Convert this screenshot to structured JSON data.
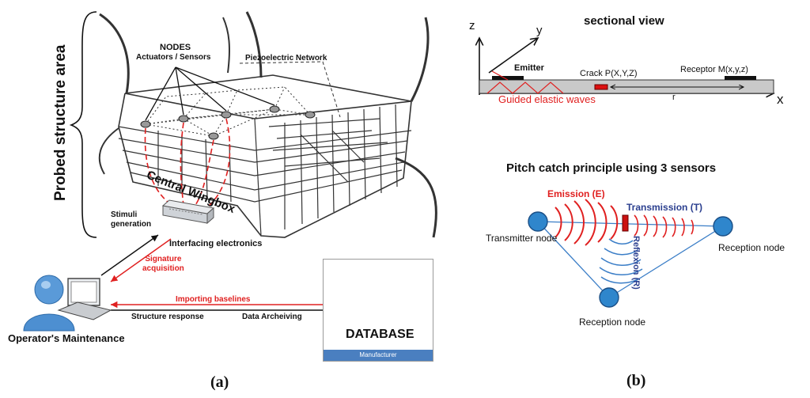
{
  "panel_a": {
    "caption": "(a)",
    "probed_area": "Probed structure area",
    "nodes_title": "NODES",
    "nodes_subtitle": "Actuators / Sensors",
    "piezo_network": "Piezoelectric Network",
    "wingbox": "Central Wingbox",
    "stimuli": "Stimuli\ngeneration",
    "interfacing": "Interfacing electronics",
    "signature": "Signature\nacquisition",
    "importing": "Importing baselines",
    "structure_response": "Structure response",
    "data_archeiving": "Data Archeiving",
    "operator": "Operator's Maintenance",
    "database": "DATABASE",
    "manufacturer": "Manufacturer"
  },
  "panel_b": {
    "caption": "(b)",
    "sectional_title": "sectional view",
    "axis_z": "z",
    "axis_y": "y",
    "axis_x": "x",
    "emitter": "Emitter",
    "crack": "Crack P(X,Y,Z)",
    "receptor": "Receptor M(x,y,z)",
    "r_label": "r",
    "guided_waves": "Guided elastic waves",
    "pitch_title": "Pitch catch principle using 3 sensors",
    "emission": "Emission (E)",
    "transmission": "Transmission (T)",
    "reflexion": "Reflexion (R)",
    "transmitter_node": "Transmitter node",
    "reception_node_right": "Reception node",
    "reception_node_bottom": "Reception node"
  },
  "colors": {
    "red": "#e02020",
    "navy": "#2b3f8f",
    "node_blue": "#2f86cc",
    "node_stroke": "#1b4f86",
    "line_blue": "#3b7ec7",
    "db_footer": "#4a7fc0"
  },
  "icons": [
    "operator-person-icon",
    "laptop-icon",
    "server-icon",
    "interfacing-device-icon"
  ]
}
